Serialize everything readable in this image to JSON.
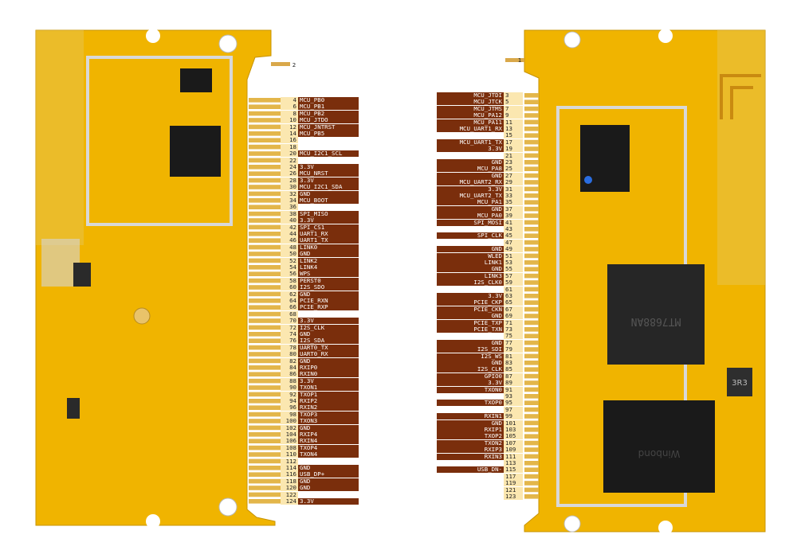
{
  "colors": {
    "pcb": "#f0b400",
    "pcb_dark": "#d99c00",
    "gold": "#e3b64a",
    "copper": "#c87f1a",
    "label_bg": "#7a2e0c",
    "pinnum_bg": "#fbe7b0",
    "chip": "#1a1a1a"
  },
  "left_module": {
    "top_pin": "2",
    "pins": [
      {
        "n": "4",
        "label": "MCU_PB0"
      },
      {
        "n": "6",
        "label": "MCU_PB1"
      },
      {
        "n": "8",
        "label": "MCU_PB2"
      },
      {
        "n": "10",
        "label": "MCU_JTDO"
      },
      {
        "n": "12",
        "label": "MCU_JNTRST"
      },
      {
        "n": "14",
        "label": "MCU_PB5"
      },
      {
        "n": "16",
        "label": ""
      },
      {
        "n": "18",
        "label": ""
      },
      {
        "n": "20",
        "label": "MCU_I2C1_SCL"
      },
      {
        "n": "22",
        "label": ""
      },
      {
        "n": "24",
        "label": "3.3V"
      },
      {
        "n": "26",
        "label": "MCU_NRST"
      },
      {
        "n": "28",
        "label": "3.3V"
      },
      {
        "n": "30",
        "label": "MCU_I2C1_SDA"
      },
      {
        "n": "32",
        "label": "GND"
      },
      {
        "n": "34",
        "label": "MCU_BOOT"
      },
      {
        "n": "36",
        "label": ""
      },
      {
        "n": "38",
        "label": "SPI_MISO"
      },
      {
        "n": "40",
        "label": "3.3V"
      },
      {
        "n": "42",
        "label": "SPI_CS1"
      },
      {
        "n": "44",
        "label": "UART1_RX"
      },
      {
        "n": "46",
        "label": "UART1_TX"
      },
      {
        "n": "48",
        "label": "LINK0"
      },
      {
        "n": "50",
        "label": "GND"
      },
      {
        "n": "52",
        "label": "LINK2"
      },
      {
        "n": "54",
        "label": "LINK4"
      },
      {
        "n": "56",
        "label": "WPS"
      },
      {
        "n": "58",
        "label": "PERST0"
      },
      {
        "n": "60",
        "label": "I2S_SDO"
      },
      {
        "n": "62",
        "label": "GND"
      },
      {
        "n": "64",
        "label": "PCIE_RXN"
      },
      {
        "n": "66",
        "label": "PCIE_RXP"
      },
      {
        "n": "68",
        "label": ""
      },
      {
        "n": "70",
        "label": "3.3V"
      },
      {
        "n": "72",
        "label": "I2S_CLK"
      },
      {
        "n": "74",
        "label": "GND"
      },
      {
        "n": "76",
        "label": "I2S_SDA"
      },
      {
        "n": "78",
        "label": "UART0_TX"
      },
      {
        "n": "80",
        "label": "UART0_RX"
      },
      {
        "n": "82",
        "label": "GND"
      },
      {
        "n": "84",
        "label": "RXIP0"
      },
      {
        "n": "86",
        "label": "RXIN0"
      },
      {
        "n": "88",
        "label": "3.3V"
      },
      {
        "n": "90",
        "label": "TXON1"
      },
      {
        "n": "92",
        "label": "TXOP1"
      },
      {
        "n": "94",
        "label": "RXIP2"
      },
      {
        "n": "96",
        "label": "RXIN2"
      },
      {
        "n": "98",
        "label": "TXOP3"
      },
      {
        "n": "100",
        "label": "TXON3"
      },
      {
        "n": "102",
        "label": "GND"
      },
      {
        "n": "104",
        "label": "RXIP4"
      },
      {
        "n": "106",
        "label": "RXIN4"
      },
      {
        "n": "108",
        "label": "TXOP4"
      },
      {
        "n": "110",
        "label": "TXON4"
      },
      {
        "n": "112",
        "label": ""
      },
      {
        "n": "114",
        "label": "GND"
      },
      {
        "n": "116",
        "label": "USB_DP+"
      },
      {
        "n": "118",
        "label": "GND"
      },
      {
        "n": "120",
        "label": "GND"
      },
      {
        "n": "122",
        "label": ""
      },
      {
        "n": "124",
        "label": "3.3V"
      }
    ]
  },
  "right_module": {
    "top_pin": "1",
    "pins": [
      {
        "n": "3",
        "label": "MCU_JTDI"
      },
      {
        "n": "5",
        "label": "MCU_JTCK"
      },
      {
        "n": "7",
        "label": "MCU_JTMS"
      },
      {
        "n": "9",
        "label": "MCU_PA12"
      },
      {
        "n": "11",
        "label": "MCU_PA11"
      },
      {
        "n": "13",
        "label": "MCU_UART1_RX"
      },
      {
        "n": "15",
        "label": ""
      },
      {
        "n": "17",
        "label": "MCU_UART1_TX"
      },
      {
        "n": "19",
        "label": "3.3V"
      },
      {
        "n": "21",
        "label": ""
      },
      {
        "n": "23",
        "label": "GND"
      },
      {
        "n": "25",
        "label": "MCU_PA8"
      },
      {
        "n": "27",
        "label": "GND"
      },
      {
        "n": "29",
        "label": "MCU_UART2_RX"
      },
      {
        "n": "31",
        "label": "3.3V"
      },
      {
        "n": "33",
        "label": "MCU_UART2_TX"
      },
      {
        "n": "35",
        "label": "MCU_PA1"
      },
      {
        "n": "37",
        "label": "GND"
      },
      {
        "n": "39",
        "label": "MCU_PA0"
      },
      {
        "n": "41",
        "label": "SPI_MOSI"
      },
      {
        "n": "43",
        "label": ""
      },
      {
        "n": "45",
        "label": "SPI_CLK"
      },
      {
        "n": "47",
        "label": ""
      },
      {
        "n": "49",
        "label": "GND"
      },
      {
        "n": "51",
        "label": "WLED"
      },
      {
        "n": "53",
        "label": "LINK1"
      },
      {
        "n": "55",
        "label": "GND"
      },
      {
        "n": "57",
        "label": "LINK3"
      },
      {
        "n": "59",
        "label": "I2S_CLK0"
      },
      {
        "n": "61",
        "label": ""
      },
      {
        "n": "63",
        "label": "3.3V"
      },
      {
        "n": "65",
        "label": "PCIE_CKP"
      },
      {
        "n": "67",
        "label": "PCIE_CKN"
      },
      {
        "n": "69",
        "label": "GND"
      },
      {
        "n": "71",
        "label": "PCIE_TXP"
      },
      {
        "n": "73",
        "label": "PCIE_TXN"
      },
      {
        "n": "75",
        "label": ""
      },
      {
        "n": "77",
        "label": "GND"
      },
      {
        "n": "79",
        "label": "I2S_SDI"
      },
      {
        "n": "81",
        "label": "I2S_WS"
      },
      {
        "n": "83",
        "label": "GND"
      },
      {
        "n": "85",
        "label": "I2S_CLK"
      },
      {
        "n": "87",
        "label": "GPIO0"
      },
      {
        "n": "89",
        "label": "3.3V"
      },
      {
        "n": "91",
        "label": "TXON0"
      },
      {
        "n": "93",
        "label": ""
      },
      {
        "n": "95",
        "label": "TXOP0"
      },
      {
        "n": "97",
        "label": ""
      },
      {
        "n": "99",
        "label": "RXIN1"
      },
      {
        "n": "101",
        "label": "GND"
      },
      {
        "n": "103",
        "label": "RXIP1"
      },
      {
        "n": "105",
        "label": "TXOP2"
      },
      {
        "n": "107",
        "label": "TXON2"
      },
      {
        "n": "109",
        "label": "RXIP3"
      },
      {
        "n": "111",
        "label": "RXIN3"
      },
      {
        "n": "113",
        "label": ""
      },
      {
        "n": "115",
        "label": "USB_DN-"
      },
      {
        "n": "117",
        "label": ""
      },
      {
        "n": "119",
        "label": ""
      },
      {
        "n": "121",
        "label": ""
      },
      {
        "n": "123",
        "label": ""
      }
    ]
  },
  "markings": {
    "right_main_chip": "MT7688AN",
    "right_ram_chip": "Winbond",
    "inductor": "3R3"
  }
}
